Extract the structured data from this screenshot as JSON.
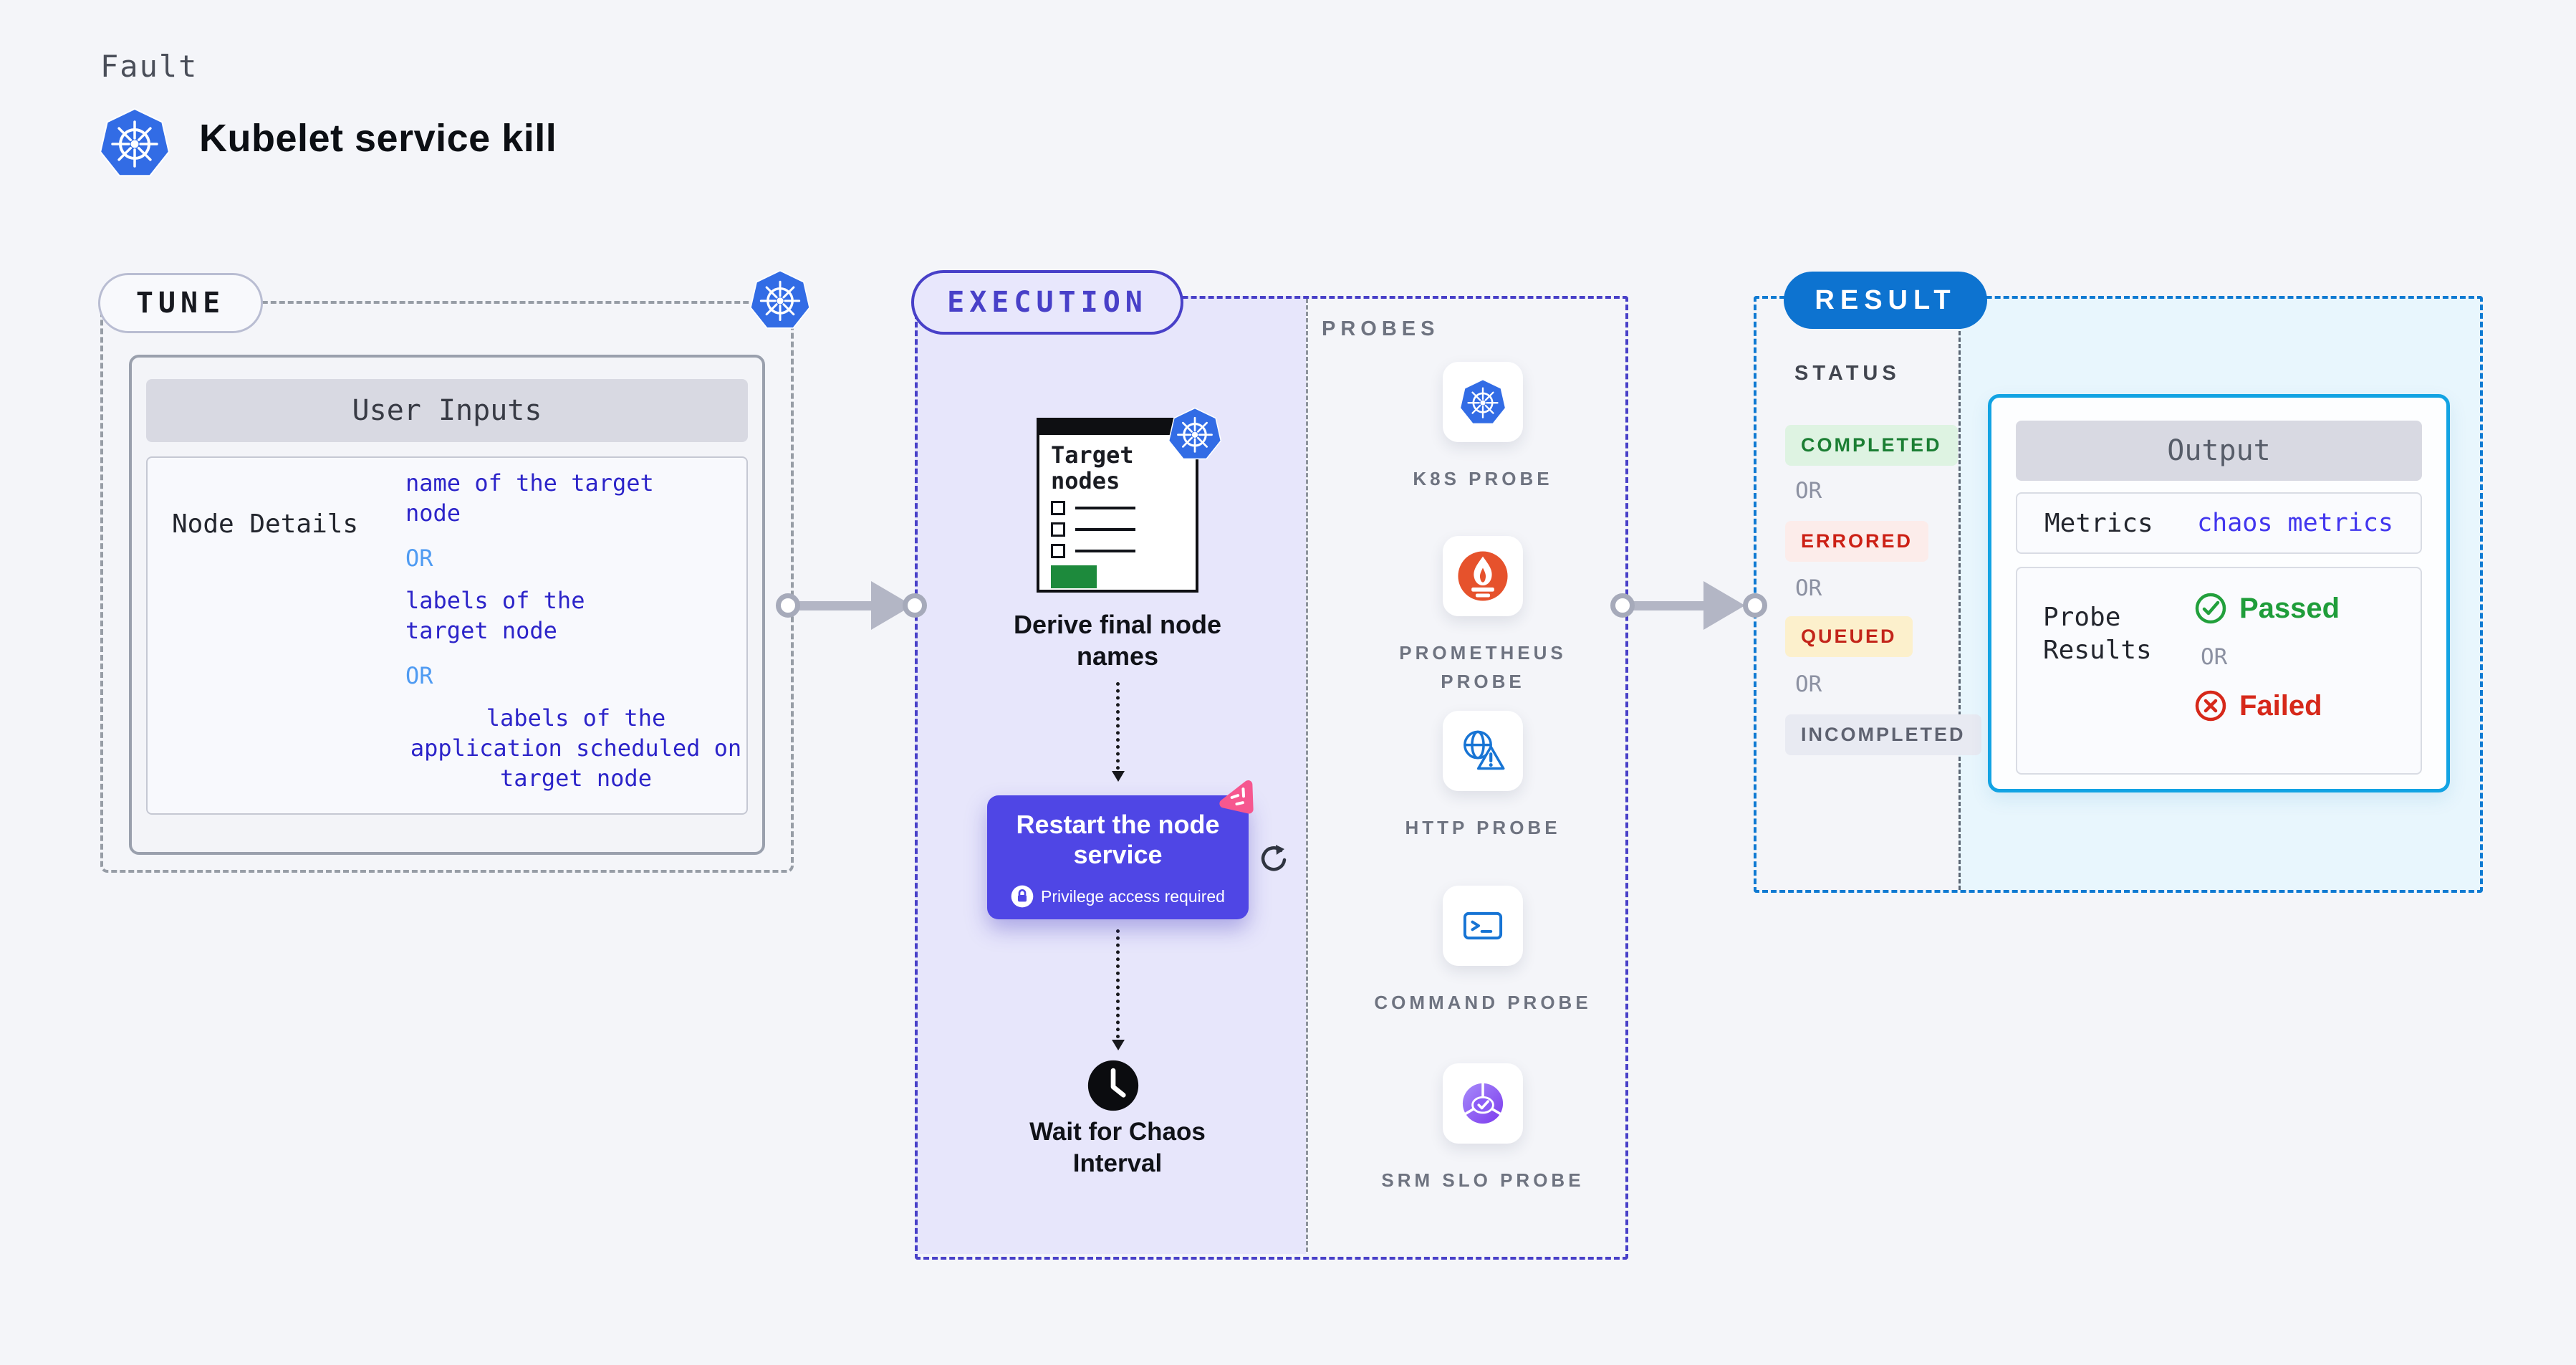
{
  "header": {
    "category": "Fault",
    "title": "Kubelet service kill"
  },
  "tune": {
    "badge": "TUNE",
    "panel_title": "User Inputs",
    "row_label": "Node Details",
    "option1": "name of the target node",
    "or1": "OR",
    "option2": "labels of the target node",
    "or2": "OR",
    "option3": "labels of the application scheduled on target node"
  },
  "execution": {
    "badge": "EXECUTION",
    "target_card_title": "Target nodes",
    "step_derive": "Derive final node names",
    "restart_title": "Restart the node service",
    "restart_note": "Privilege access required",
    "step_wait": "Wait for Chaos Interval"
  },
  "probes": {
    "title": "PROBES",
    "items": [
      {
        "label": "K8S PROBE",
        "icon": "kubernetes-icon"
      },
      {
        "label": "PROMETHEUS PROBE",
        "icon": "prometheus-icon"
      },
      {
        "label": "HTTP PROBE",
        "icon": "http-globe-warning-icon"
      },
      {
        "label": "COMMAND PROBE",
        "icon": "terminal-icon"
      },
      {
        "label": "SRM SLO PROBE",
        "icon": "slo-pie-check-icon"
      }
    ]
  },
  "result": {
    "badge": "RESULT",
    "status_title": "STATUS",
    "statuses": [
      {
        "label": "COMPLETED",
        "fg": "#1b7e33",
        "bg": "#def3e2"
      },
      {
        "label": "ERRORED",
        "fg": "#cc2015",
        "bg": "#fcecea"
      },
      {
        "label": "QUEUED",
        "fg": "#c3251a",
        "bg": "#fcf0cc"
      },
      {
        "label": "INCOMPLETED",
        "fg": "#5e6270",
        "bg": "#e8eaf2"
      }
    ],
    "or": "OR",
    "output": {
      "title": "Output",
      "metrics_label": "Metrics",
      "metrics_value": "chaos metrics",
      "probe_results_label": "Probe Results",
      "passed": "Passed",
      "or": "OR",
      "failed": "Failed"
    }
  },
  "colors": {
    "kubernetes_blue": "#326ce5",
    "execution_indigo": "#4840c8",
    "result_blue": "#0d73d0",
    "output_cyan": "#12a3e3",
    "restart_indigo": "#4f46e5",
    "arrow_gray": "#b3b6c5",
    "input_blue": "#2c24c9",
    "or_blue": "#4f9bf2",
    "prometheus_orange": "#e6522c",
    "success_green": "#1f9d3a",
    "error_red": "#d6281a",
    "queued_yellow_bg": "#fcf0cc"
  }
}
